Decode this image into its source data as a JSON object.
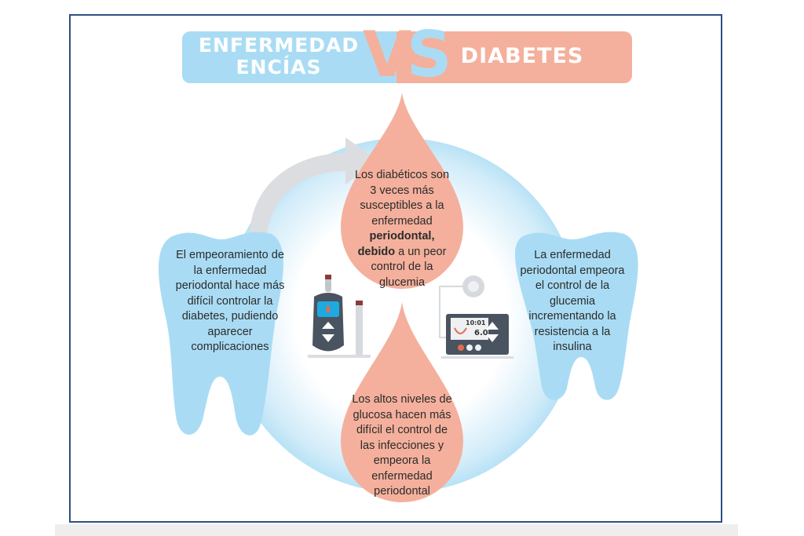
{
  "header": {
    "left_title_line1": "ENFERMEDAD",
    "left_title_line2": "ENCÍAS",
    "vs_v": "V",
    "vs_s": "S",
    "right_title": "DIABETES"
  },
  "top_drop": {
    "text_plain": "Los diabéticos son 3 veces más susceptibles a la enfermedad",
    "text_bold": "periodontal, debido",
    "text_tail": "a un peor control de la glucemia"
  },
  "bottom_drop": {
    "text": "Los altos niveles de glucosa hacen más difícil el control de las infecciones y empeora la enfermedad periodontal"
  },
  "left_tooth": {
    "text": "El empeoramiento de la enfermedad periodontal hace más difícil controlar la diabetes, pudiendo aparecer complicaciones"
  },
  "right_tooth": {
    "text": "La enfermedad periodontal empeora el control de la glucemia incrementando la resistencia a la insulina"
  },
  "devices": {
    "pump_time": "10:01",
    "pump_reading": "6.0"
  },
  "colors": {
    "blue": "#a9dcf4",
    "salmon": "#f4b09c",
    "frame": "#2d4f86",
    "device": "#4a5460"
  }
}
